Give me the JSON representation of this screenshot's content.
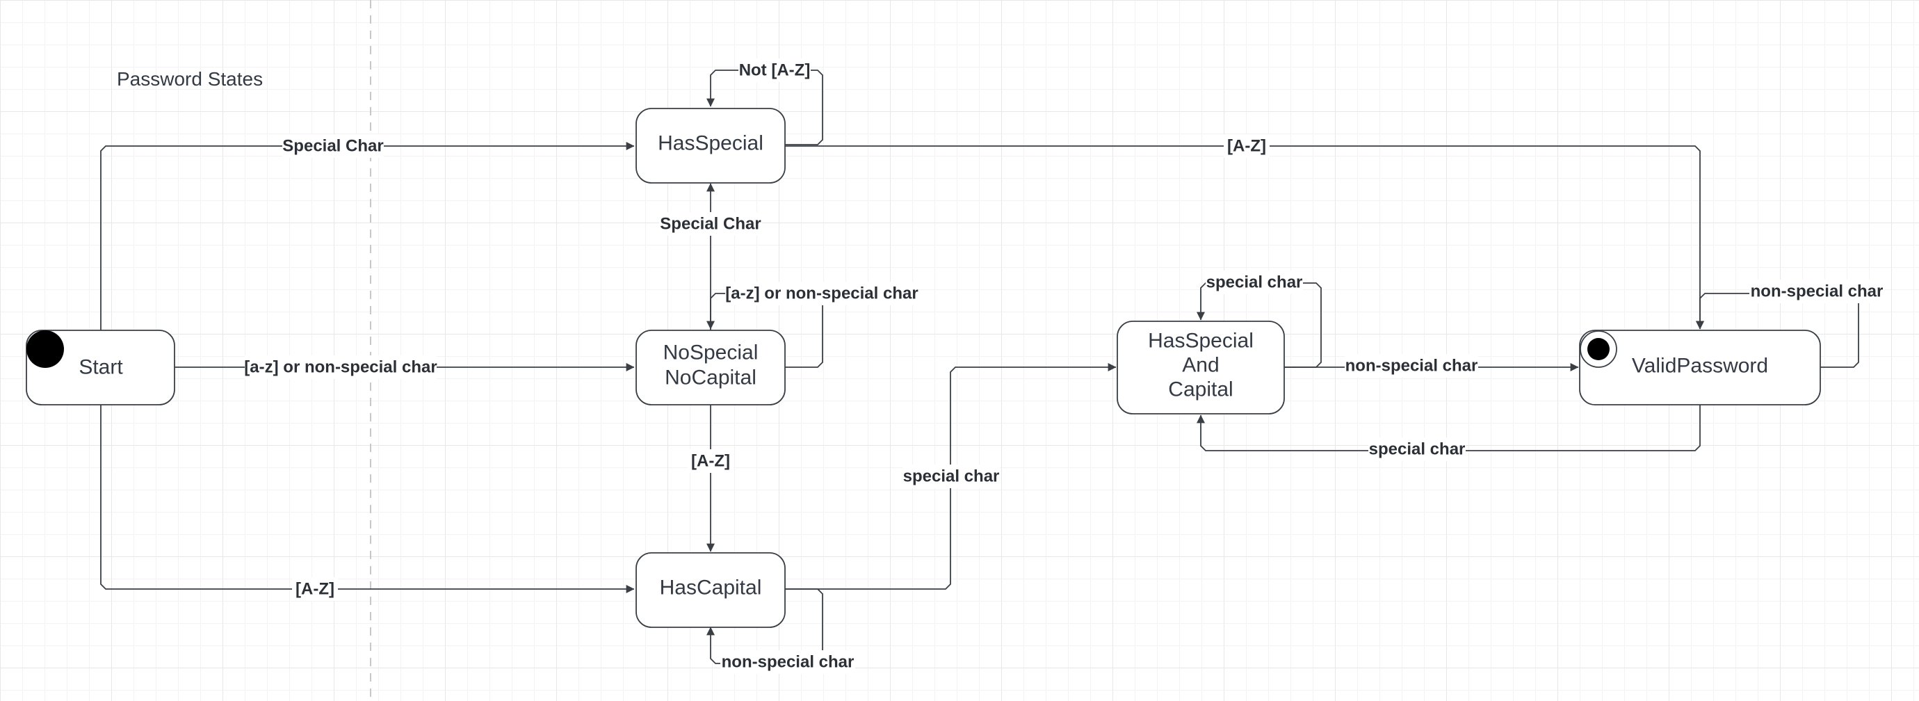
{
  "title": "Password States",
  "states": {
    "start": "Start",
    "has_special": "HasSpecial",
    "no_special_no_capital": [
      "NoSpecial",
      "NoCapital"
    ],
    "has_capital": "HasCapital",
    "has_special_and_capital": [
      "HasSpecial",
      "And",
      "Capital"
    ],
    "valid_password": "ValidPassword"
  },
  "transitions": {
    "start_to_has_special": "Special Char",
    "start_to_no_special": "[a-z] or non-special char",
    "start_to_has_capital": "[A-Z]",
    "has_special_self": "Not [A-Z]",
    "has_special_to_valid": "[A-Z]",
    "no_special_to_has_special": "Special Char",
    "no_special_self": "[a-z] or non-special char",
    "no_special_to_has_capital": "[A-Z]",
    "has_capital_self": "non-special char",
    "has_capital_to_special_capital": "special char",
    "special_capital_self": "special char",
    "special_capital_to_valid": "non-special char",
    "valid_to_special_capital": "special char",
    "valid_self": "non-special char"
  },
  "colors": {
    "stroke": "#3a3f45",
    "text": "#333a44",
    "pseudostate_fill": "#000000",
    "grid": "#e7e7e7"
  }
}
